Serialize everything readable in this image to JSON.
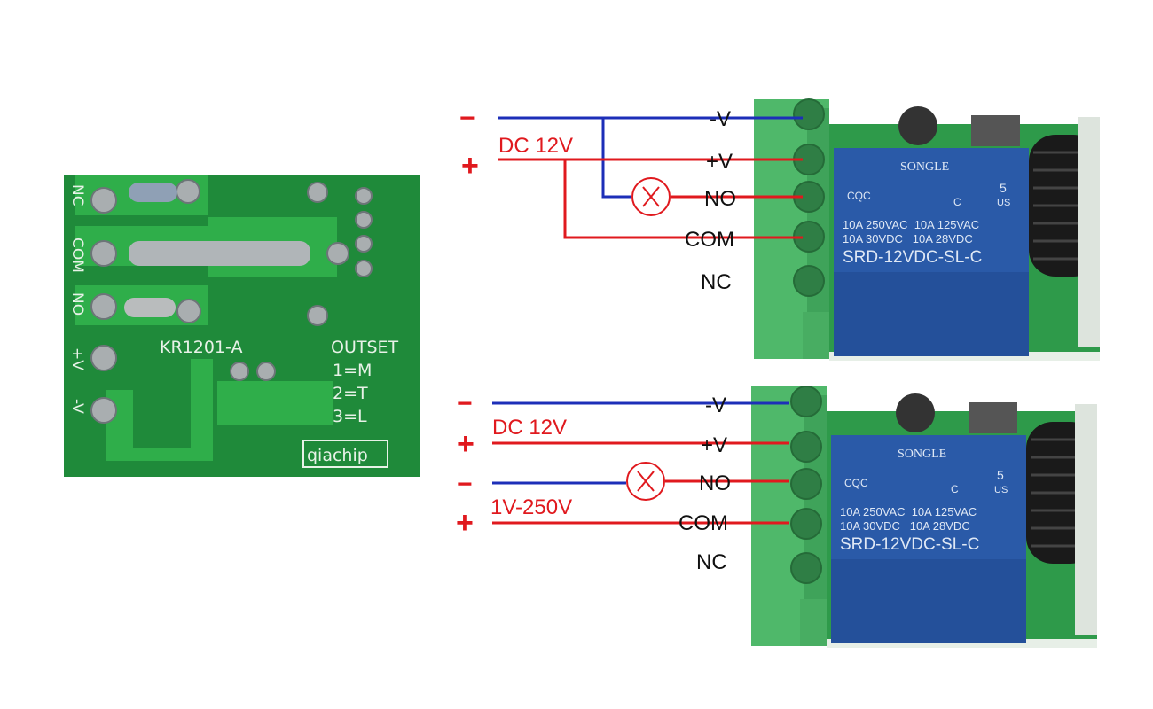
{
  "colors": {
    "positive_wire": "#e0191e",
    "negative_wire": "#1d2fb8",
    "pcb_green": "#1f8a3a",
    "terminal_green": "#4fb86a",
    "relay_blue": "#2a5aa8"
  },
  "pcb": {
    "pin_labels": [
      "NC",
      "COM",
      "NO",
      "+V",
      "-V"
    ],
    "model": "KR1201-A",
    "outset_title": "OUTSET",
    "outset_options": [
      "1=M",
      "2=T",
      "3=L"
    ],
    "brand": "qiachip"
  },
  "relay": {
    "brand": "SONGLE",
    "rating_line1": "10A 250VAC  10A 125VAC",
    "rating_line2": "10A 30VDC   10A 28VDC",
    "model": "SRD-12VDC-SL-C",
    "cert_mark": "CQC",
    "ul_number": "5",
    "ul_us": "US",
    "ul_c": "C"
  },
  "diagram_top": {
    "minus": "−",
    "plus": "+",
    "supply_label": "DC 12V",
    "terminals": [
      "-V",
      "+V",
      "NO",
      "COM",
      "NC"
    ],
    "lamp_icon": "lamp-cross-icon"
  },
  "diagram_bottom": {
    "minus": "−",
    "plus": "+",
    "supply_label": "DC 12V",
    "load_minus": "−",
    "load_plus": "+",
    "load_supply_label": "1V-250V",
    "terminals": [
      "-V",
      "+V",
      "NO",
      "COM",
      "NC"
    ],
    "lamp_icon": "lamp-cross-icon"
  }
}
